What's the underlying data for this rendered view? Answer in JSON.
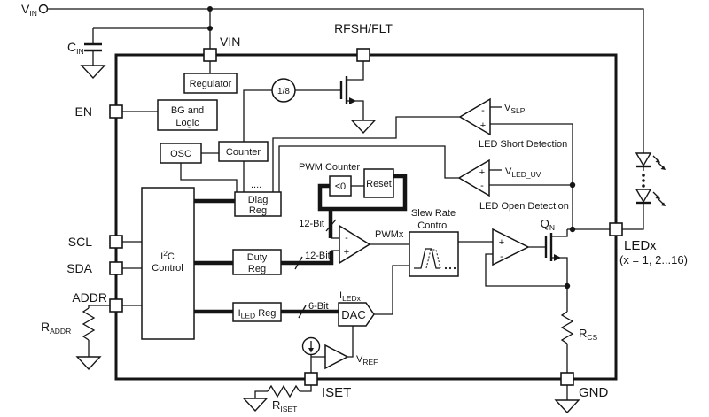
{
  "title": "LED driver functional block diagram",
  "colors": {
    "line": "#151515",
    "bg": "#ffffff"
  },
  "terminals": {
    "vin_main": "V",
    "vin_sub": "IN"
  },
  "pins": {
    "vin": "VIN",
    "rfsh": "RFSH/FLT",
    "en": "EN",
    "scl": "SCL",
    "sda": "SDA",
    "addr": "ADDR",
    "iset": "ISET",
    "gnd": "GND",
    "ledx": "LEDx",
    "ledx_note": "(x = 1, 2...16)"
  },
  "blocks": {
    "regulator": "Regulator",
    "bg_logic_1": "BG and",
    "bg_logic_2": "Logic",
    "osc": "OSC",
    "counter": "Counter",
    "diag_reg_1": "Diag",
    "diag_reg_2": "Reg",
    "i2c_pre": "I",
    "i2c_sup": "2",
    "i2c_post": "C",
    "i2c_line2": "Control",
    "duty_reg_1": "Duty",
    "duty_reg_2": "Reg",
    "iled_reg_main": "I",
    "iled_reg_sub": "LED",
    "iled_reg_post": " Reg",
    "dac": "DAC",
    "reset": "Reset",
    "le_zero": "≤0",
    "divider": "1/8",
    "pwm_counter": "PWM Counter",
    "slew_1": "Slew Rate",
    "slew_2": "Control"
  },
  "signals": {
    "pwmx": "PWMx",
    "bit12_top": "12-Bit",
    "bit12_bot": "12-Bit",
    "bit6": "6-Bit",
    "iledx_main": "I",
    "iledx_sub": "LEDx",
    "vref_main": "V",
    "vref_sub": "REF",
    "vslp_main": "V",
    "vslp_sub": "SLP",
    "vleduv_main": "V",
    "vleduv_sub": "LED_UV",
    "qn_main": "Q",
    "qn_sub": "N",
    "dots": "...."
  },
  "annotations": {
    "led_short": "LED Short Detection",
    "led_open": "LED Open Detection"
  },
  "passives": {
    "cin_main": "C",
    "cin_sub": "IN",
    "raddr_main": "R",
    "raddr_sub": "ADDR",
    "riset_main": "R",
    "riset_sub": "ISET",
    "rcs_main": "R",
    "rcs_sub": "CS"
  },
  "signs": {
    "plus": "+",
    "minus": "-"
  }
}
